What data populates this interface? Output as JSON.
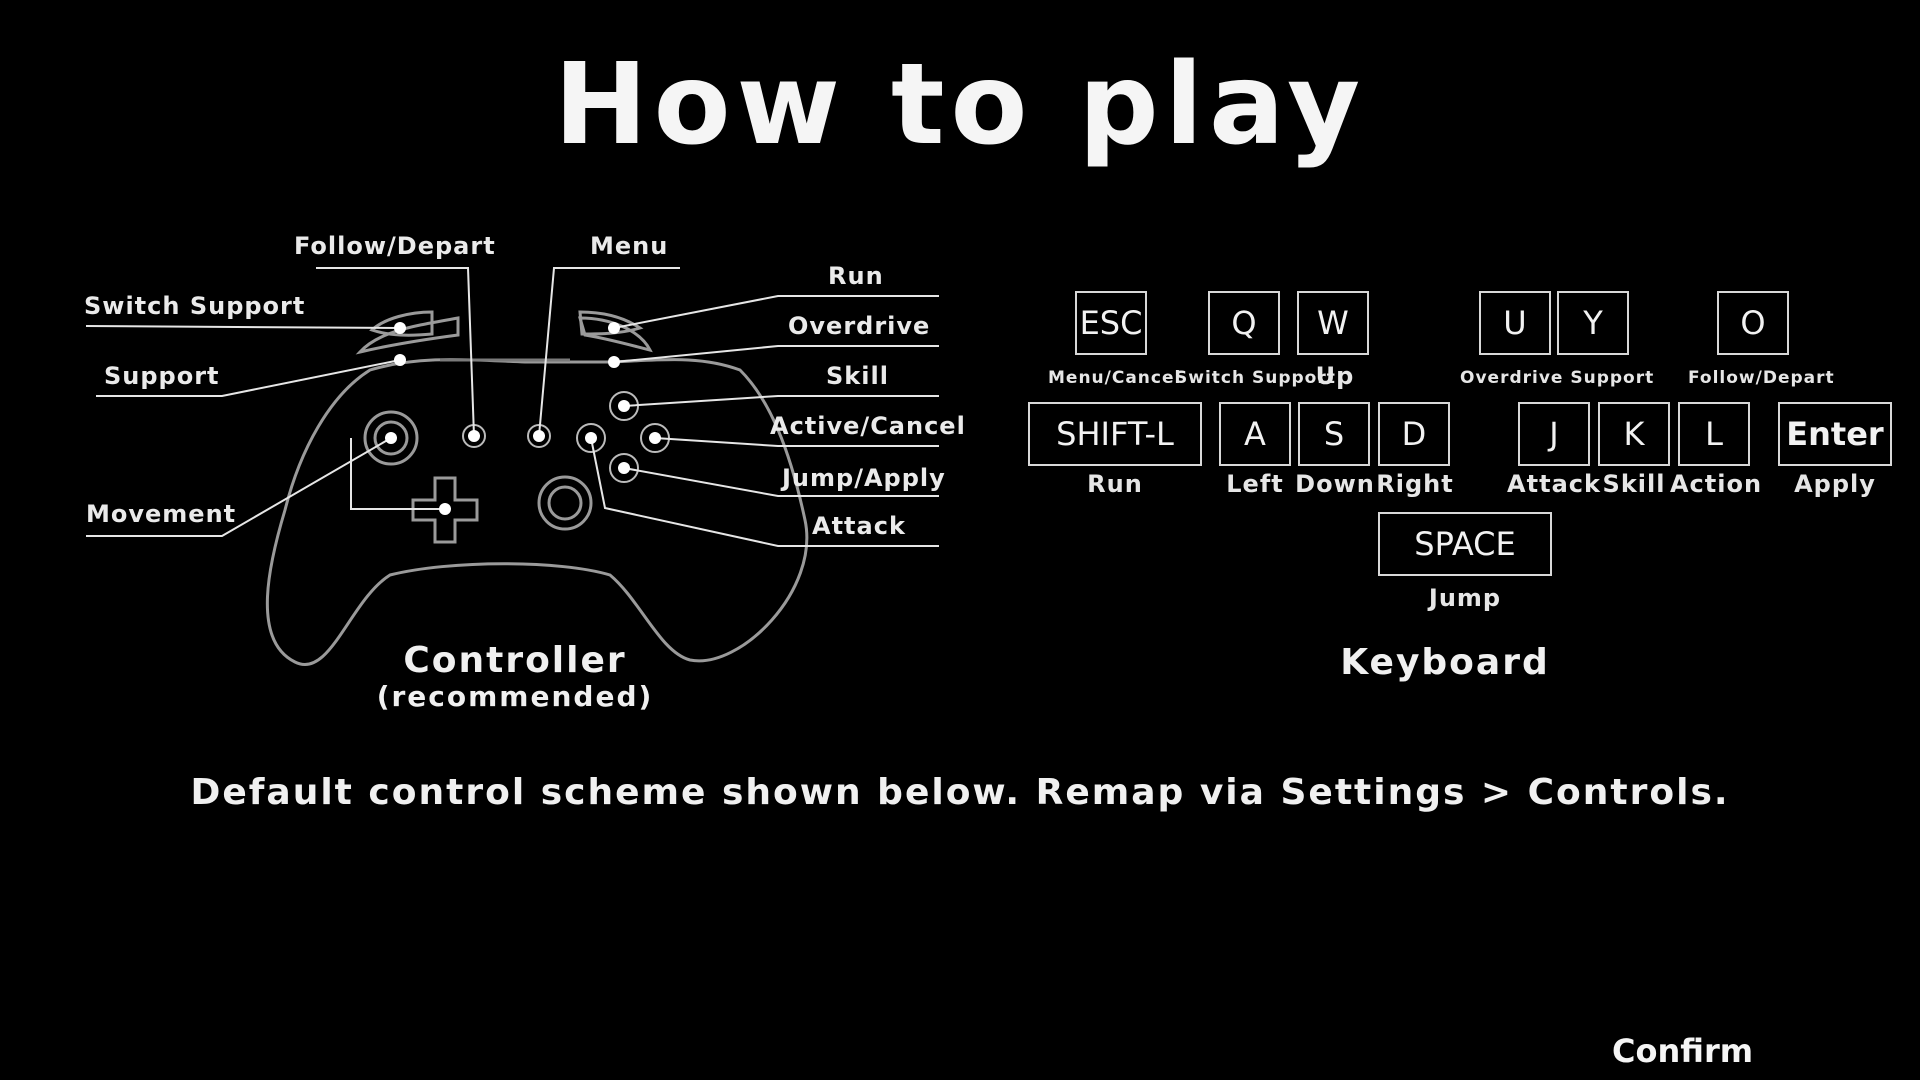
{
  "title": "How to play",
  "controller": {
    "heading": "Controller",
    "subheading": "(recommended)",
    "labels": {
      "follow_depart": "Follow/Depart",
      "menu": "Menu",
      "switch_support": "Switch Support",
      "support": "Support",
      "movement": "Movement",
      "run": "Run",
      "overdrive": "Overdrive",
      "skill": "Skill",
      "active_cancel": "Active/Cancel",
      "jump_apply": "Jump/Apply",
      "attack": "Attack"
    }
  },
  "keyboard": {
    "heading": "Keyboard",
    "keys": {
      "esc": "ESC",
      "q": "Q",
      "w": "W",
      "u": "U",
      "y": "Y",
      "o": "O",
      "shift": "SHIFT-L",
      "a": "A",
      "s": "S",
      "d": "D",
      "j": "J",
      "k": "K",
      "l": "L",
      "enter": "Enter",
      "space": "SPACE"
    },
    "labels": {
      "esc": "Menu/Cancel",
      "q": "Switch Support",
      "w": "Up",
      "uy": "Overdrive Support",
      "o": "Follow/Depart",
      "shift": "Run",
      "a": "Left",
      "s": "Down",
      "d": "Right",
      "j": "Attack",
      "k": "Skill",
      "l": "Action",
      "enter": "Apply",
      "space": "Jump"
    }
  },
  "footer": "Default control scheme shown below. Remap via Settings > Controls.",
  "confirm": "Confirm"
}
